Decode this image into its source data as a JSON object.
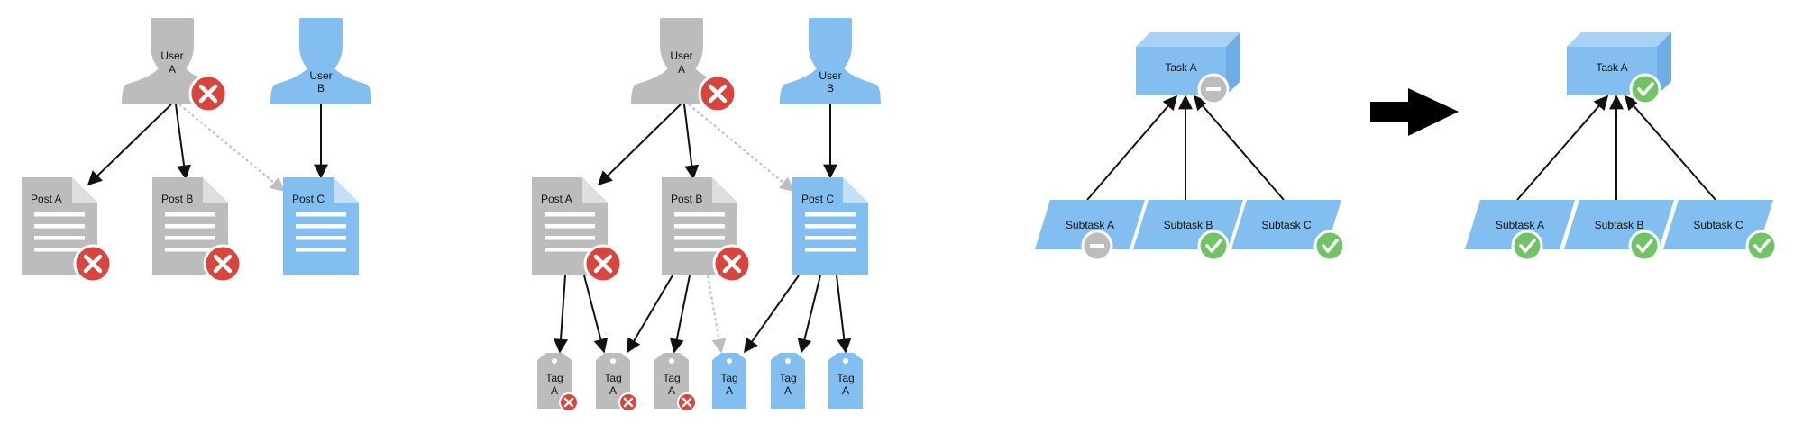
{
  "colors": {
    "inactive": "#bcbcbc",
    "active": "#82bff0",
    "error": "#d9443c",
    "success": "#72c266",
    "line": "#111111",
    "dotted": "#bdbdbd",
    "paper_line": "#ffffff"
  },
  "diagram1": {
    "user_a": {
      "line1": "User",
      "line2": "A"
    },
    "user_b": {
      "line1": "User",
      "line2": "B"
    },
    "post_a": "Post A",
    "post_b": "Post B",
    "post_c": "Post C"
  },
  "diagram2": {
    "user_a": {
      "line1": "User",
      "line2": "A"
    },
    "user_b": {
      "line1": "User",
      "line2": "B"
    },
    "post_a": "Post A",
    "post_b": "Post B",
    "post_c": "Post C",
    "tags": [
      {
        "line1": "Tag",
        "line2": "A"
      },
      {
        "line1": "Tag",
        "line2": "A"
      },
      {
        "line1": "Tag",
        "line2": "A"
      },
      {
        "line1": "Tag",
        "line2": "A"
      },
      {
        "line1": "Tag",
        "line2": "A"
      },
      {
        "line1": "Tag",
        "line2": "A"
      }
    ]
  },
  "diagram3": {
    "task": "Task A",
    "subtasks": [
      "Subtask A",
      "Subtask B",
      "Subtask C"
    ]
  },
  "diagram4": {
    "task": "Task A",
    "subtasks": [
      "Subtask A",
      "Subtask B",
      "Subtask C"
    ]
  }
}
